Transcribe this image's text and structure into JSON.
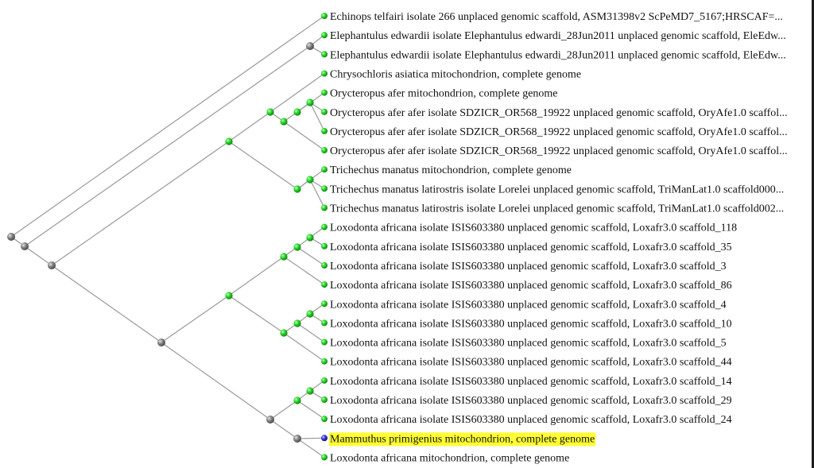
{
  "tree": {
    "leaves": [
      {
        "id": "L1",
        "label": "Echinops telfairi isolate 266 unplaced genomic scaffold, ASM31398v2 ScPeMD7_5167;HRSCAF=...",
        "node": "green"
      },
      {
        "id": "L2",
        "label": "Elephantulus edwardii isolate Elephantulus edwardi_28Jun2011 unplaced genomic scaffold, EleEdw...",
        "node": "green"
      },
      {
        "id": "L3",
        "label": "Elephantulus edwardii isolate Elephantulus edwardi_28Jun2011 unplaced genomic scaffold, EleEdw...",
        "node": "green"
      },
      {
        "id": "L4",
        "label": "Chrysochloris asiatica mitochondrion, complete genome",
        "node": "green"
      },
      {
        "id": "L5",
        "label": "Orycteropus afer mitochondrion, complete genome",
        "node": "green"
      },
      {
        "id": "L6",
        "label": "Orycteropus afer afer isolate SDZICR_OR568_19922 unplaced genomic scaffold, OryAfe1.0 scaffol...",
        "node": "green"
      },
      {
        "id": "L7",
        "label": "Orycteropus afer afer isolate SDZICR_OR568_19922 unplaced genomic scaffold, OryAfe1.0 scaffol...",
        "node": "green"
      },
      {
        "id": "L8",
        "label": "Orycteropus afer afer isolate SDZICR_OR568_19922 unplaced genomic scaffold, OryAfe1.0 scaffol...",
        "node": "green"
      },
      {
        "id": "L9",
        "label": "Trichechus manatus mitochondrion, complete genome",
        "node": "green"
      },
      {
        "id": "L10",
        "label": "Trichechus manatus latirostris isolate Lorelei unplaced genomic scaffold, TriManLat1.0 scaffold000...",
        "node": "green"
      },
      {
        "id": "L11",
        "label": "Trichechus manatus latirostris isolate Lorelei unplaced genomic scaffold, TriManLat1.0 scaffold002...",
        "node": "green"
      },
      {
        "id": "L12",
        "label": "Loxodonta africana isolate ISIS603380 unplaced genomic scaffold, Loxafr3.0 scaffold_118",
        "node": "green"
      },
      {
        "id": "L13",
        "label": "Loxodonta africana isolate ISIS603380 unplaced genomic scaffold, Loxafr3.0 scaffold_35",
        "node": "green"
      },
      {
        "id": "L14",
        "label": "Loxodonta africana isolate ISIS603380 unplaced genomic scaffold, Loxafr3.0 scaffold_3",
        "node": "green"
      },
      {
        "id": "L15",
        "label": "Loxodonta africana isolate ISIS603380 unplaced genomic scaffold, Loxafr3.0 scaffold_86",
        "node": "green"
      },
      {
        "id": "L16",
        "label": "Loxodonta africana isolate ISIS603380 unplaced genomic scaffold, Loxafr3.0 scaffold_4",
        "node": "green"
      },
      {
        "id": "L17",
        "label": "Loxodonta africana isolate ISIS603380 unplaced genomic scaffold, Loxafr3.0 scaffold_10",
        "node": "green"
      },
      {
        "id": "L18",
        "label": "Loxodonta africana isolate ISIS603380 unplaced genomic scaffold, Loxafr3.0 scaffold_5",
        "node": "green"
      },
      {
        "id": "L19",
        "label": "Loxodonta africana isolate ISIS603380 unplaced genomic scaffold, Loxafr3.0 scaffold_44",
        "node": "green"
      },
      {
        "id": "L20",
        "label": "Loxodonta africana isolate ISIS603380 unplaced genomic scaffold, Loxafr3.0 scaffold_14",
        "node": "green"
      },
      {
        "id": "L21",
        "label": "Loxodonta africana isolate ISIS603380 unplaced genomic scaffold, Loxafr3.0 scaffold_29",
        "node": "green"
      },
      {
        "id": "L22",
        "label": "Loxodonta africana isolate ISIS603380 unplaced genomic scaffold, Loxafr3.0 scaffold_24",
        "node": "green"
      },
      {
        "id": "L23",
        "label": "Mammuthus primigenius mitochondrion, complete genome",
        "node": "blue",
        "highlight": true
      },
      {
        "id": "L24",
        "label": "Loxodonta africana mitochondrion, complete genome",
        "node": "green"
      }
    ],
    "internal_nodes": [
      {
        "id": "N0",
        "color": "gray",
        "children": [
          "L1",
          "N1"
        ]
      },
      {
        "id": "N1",
        "color": "gray",
        "children": [
          "N2",
          "N3"
        ]
      },
      {
        "id": "N2",
        "color": "gray",
        "children": [
          "L2",
          "L3"
        ]
      },
      {
        "id": "N3",
        "color": "gray",
        "children": [
          "N4",
          "N5"
        ]
      },
      {
        "id": "N4",
        "color": "green",
        "children": [
          "N6",
          "N7"
        ]
      },
      {
        "id": "N6",
        "color": "green",
        "children": [
          "L4",
          "N8"
        ]
      },
      {
        "id": "N8",
        "color": "green",
        "children": [
          "N9",
          "L8"
        ]
      },
      {
        "id": "N9",
        "color": "green",
        "children": [
          "L5",
          "N10"
        ]
      },
      {
        "id": "N10",
        "color": "green",
        "children": [
          "L6",
          "L7"
        ]
      },
      {
        "id": "N7",
        "color": "green",
        "children": [
          "L9",
          "N11"
        ]
      },
      {
        "id": "N11",
        "color": "green",
        "children": [
          "L10",
          "L11"
        ]
      },
      {
        "id": "N5",
        "color": "gray",
        "children": [
          "N12",
          "N13"
        ]
      },
      {
        "id": "N12",
        "color": "green",
        "children": [
          "N14",
          "N15"
        ]
      },
      {
        "id": "N14",
        "color": "green",
        "children": [
          "N16",
          "L15"
        ]
      },
      {
        "id": "N16",
        "color": "green",
        "children": [
          "N17",
          "L14"
        ]
      },
      {
        "id": "N17",
        "color": "green",
        "children": [
          "L12",
          "L13"
        ]
      },
      {
        "id": "N15",
        "color": "green",
        "children": [
          "N18",
          "L19"
        ]
      },
      {
        "id": "N18",
        "color": "green",
        "children": [
          "N19",
          "L18"
        ]
      },
      {
        "id": "N19",
        "color": "green",
        "children": [
          "L16",
          "L17"
        ]
      },
      {
        "id": "N13",
        "color": "gray",
        "children": [
          "N20",
          "N21"
        ]
      },
      {
        "id": "N20",
        "color": "green",
        "children": [
          "N22",
          "L22"
        ]
      },
      {
        "id": "N22",
        "color": "green",
        "children": [
          "L20",
          "L21"
        ]
      },
      {
        "id": "N21",
        "color": "gray",
        "children": [
          "L23",
          "L24"
        ]
      }
    ]
  },
  "colors": {
    "branch": "#9a9a9a",
    "green_node": "#2bdc2b",
    "gray_node": "#8a8a8a",
    "blue_node": "#3a3ae6",
    "highlight": "#ffff33",
    "text": "#111111"
  }
}
